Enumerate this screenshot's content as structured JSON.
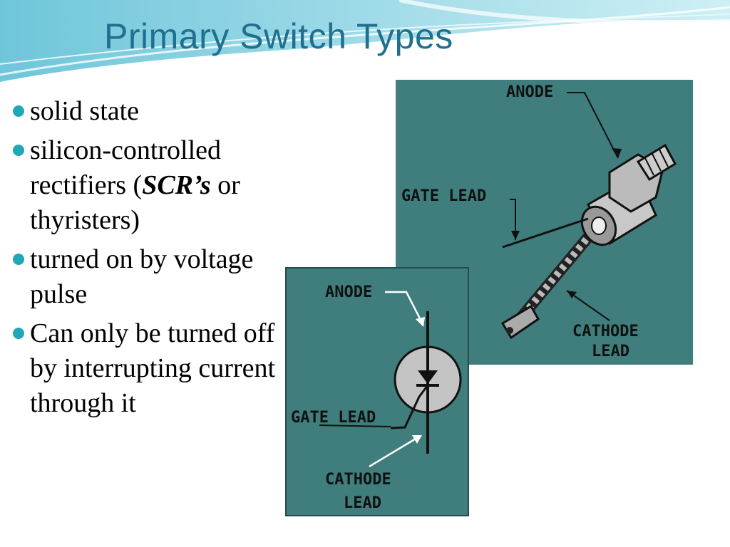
{
  "slide": {
    "title": "Primary Switch Types",
    "bullets": [
      {
        "parts": [
          "solid state"
        ]
      },
      {
        "parts": [
          "silicon-controlled rectifiers (",
          "SCR’s",
          " or thyristers)"
        ]
      },
      {
        "parts": [
          "turned on by voltage pulse"
        ]
      },
      {
        "parts": [
          "Can only be turned off by interrupting current through it"
        ]
      }
    ]
  },
  "scr_photo": {
    "labels": {
      "anode": "ANODE",
      "gate": "GATE LEAD",
      "cathode_1": "CATHODE",
      "cathode_2": "LEAD"
    }
  },
  "scr_symbol": {
    "labels": {
      "anode": "ANODE",
      "gate": "GATE LEAD",
      "cathode_1": "CATHODE",
      "cathode_2": "LEAD"
    }
  },
  "colors": {
    "title": "#1f6f8f",
    "bullet": "#1fa8b8",
    "panel": "#3f7e7c"
  }
}
